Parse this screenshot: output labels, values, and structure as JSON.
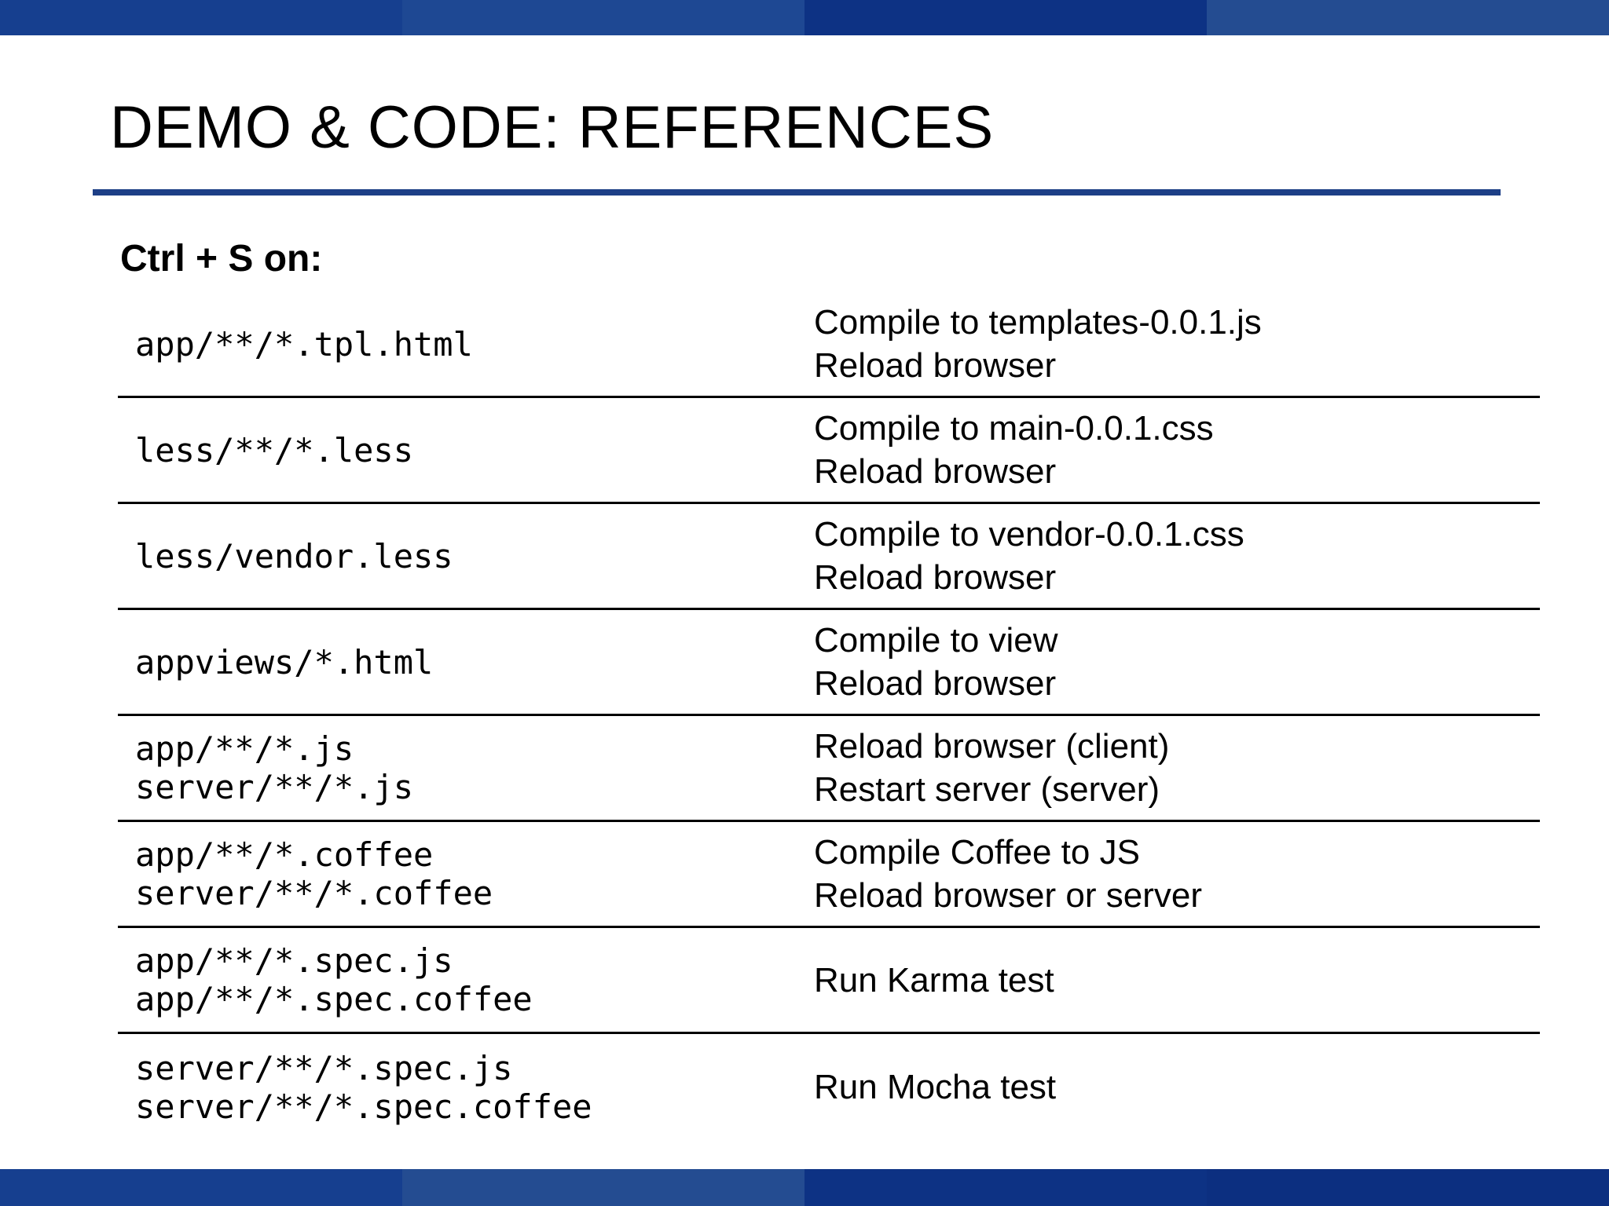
{
  "colors": {
    "band_segments_top": [
      "#163f8f",
      "#1e4893",
      "#0d3284",
      "#244c91"
    ],
    "band_segments_bottom": [
      "#163f8f",
      "#244c91",
      "#0d3284",
      "#0c2f80"
    ],
    "title_rule": "#1d3f86",
    "text": "#000000"
  },
  "slide": {
    "title": "DEMO & CODE: REFERENCES",
    "section_label": "Ctrl + S on:"
  },
  "table": {
    "rows": [
      {
        "patterns": [
          "app/**/*.tpl.html"
        ],
        "actions": [
          "Compile to templates-0.0.1.js",
          "Reload browser"
        ]
      },
      {
        "patterns": [
          "less/**/*.less"
        ],
        "actions": [
          "Compile to main-0.0.1.css",
          "Reload browser"
        ]
      },
      {
        "patterns": [
          "less/vendor.less"
        ],
        "actions": [
          "Compile to vendor-0.0.1.css",
          "Reload browser"
        ]
      },
      {
        "patterns": [
          "appviews/*.html"
        ],
        "actions": [
          "Compile to view",
          "Reload browser"
        ]
      },
      {
        "patterns": [
          "app/**/*.js",
          "server/**/*.js"
        ],
        "actions": [
          "Reload browser (client)",
          "Restart server (server)"
        ]
      },
      {
        "patterns": [
          "app/**/*.coffee",
          "server/**/*.coffee"
        ],
        "actions": [
          "Compile Coffee to JS",
          "Reload browser or server"
        ]
      },
      {
        "patterns": [
          "app/**/*.spec.js",
          "app/**/*.spec.coffee"
        ],
        "actions": [
          "Run Karma test"
        ]
      },
      {
        "patterns": [
          "server/**/*.spec.js",
          "server/**/*.spec.coffee"
        ],
        "actions": [
          "Run Mocha test"
        ]
      }
    ]
  }
}
